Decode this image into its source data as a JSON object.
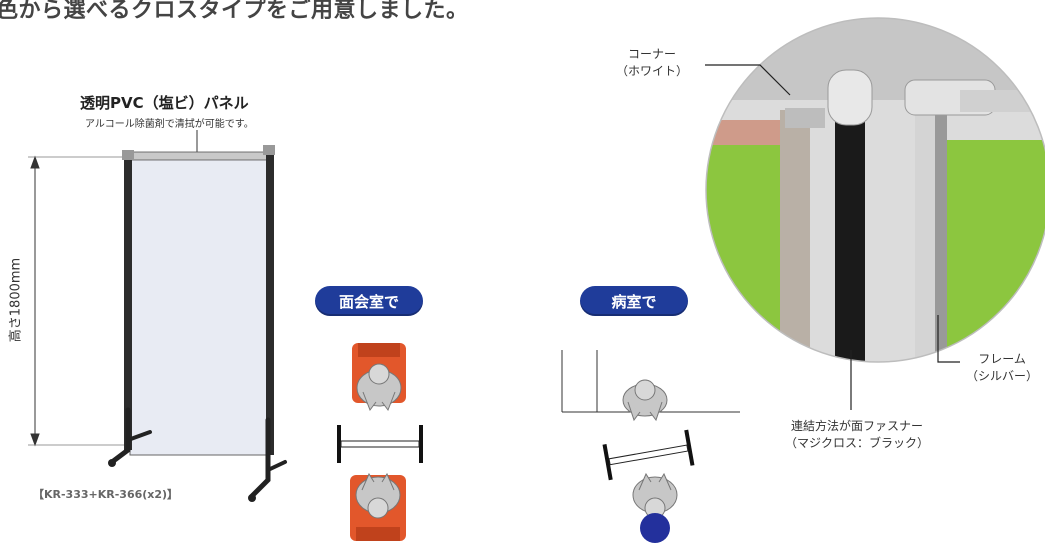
{
  "headline": "色から選べるクロスタイプをご用意しました。",
  "panel": {
    "title": "透明PVC（塩ビ）パネル",
    "subtitle": "アルコール除菌剤で清拭が可能です。",
    "height_label": "高さ1800mm",
    "model": "【KR-333+KR-366(x2)】"
  },
  "scenes": {
    "meeting_label": "面会室で",
    "hospital_label": "病室で"
  },
  "callouts": {
    "corner_line1": "コーナー",
    "corner_line2": "（ホワイト）",
    "frame_line1": "フレーム",
    "frame_line2": "（シルバー）",
    "fastener_line1": "連結方法が面ファスナー",
    "fastener_line2": "（マジクロス：ブラック）"
  },
  "colors": {
    "pill": "#1f3c9a",
    "chair": "#e2572b",
    "fabric": "#8cc63f"
  }
}
